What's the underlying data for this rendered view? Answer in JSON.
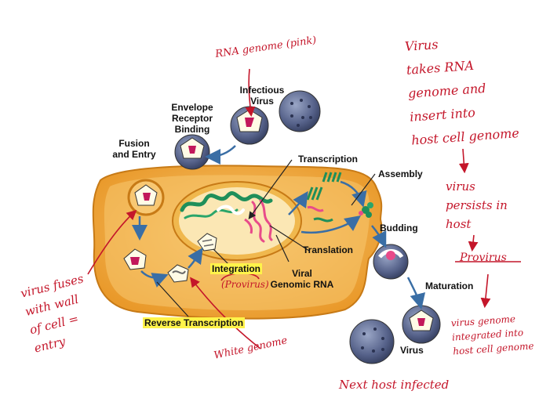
{
  "labels": {
    "infectious_virus": "Infectious\nVirus",
    "envelope_receptor_binding": "Envelope\nReceptor\nBinding",
    "fusion_and_entry": "Fusion\nand Entry",
    "transcription": "Transcription",
    "assembly": "Assembly",
    "budding": "Budding",
    "translation": "Translation",
    "viral_genomic_rna": "Viral\nGenomic RNA",
    "integration": "Integration",
    "maturation": "Maturation",
    "reverse_transcription": "Reverse Transcription",
    "virus": "Virus"
  },
  "annotations": {
    "rna_genome_pink": "RNA genome (pink)",
    "virus_takes_rna": "Virus\ntakes RNA\ngenome and\ninsert into\nhost cell genome",
    "virus_persists": "virus\npersists in\nhost",
    "provirus_side": "Provirus",
    "provirus_inline": "(Provirus)",
    "virus_genome_integrated": "virus genome\nintegrated into\nhost cell genome",
    "virus_fuses": "virus fuses\nwith wall\nof cell =\nentry",
    "white_genome": "White genome",
    "next_host_infected": "Next host infected"
  },
  "colors": {
    "cell_fill": "#f2a52e",
    "cell_inner": "#f6c976",
    "nucleus_fill": "#fbe7b4",
    "virion_fill": "#5d6a8e",
    "capsid": "#c2185b",
    "rna_pink": "#e84b8a",
    "dna_green": "#1f8f5a",
    "arrow_blue": "#3a6ea5",
    "ink_red": "#c4162a",
    "highlight": "#fff34a"
  }
}
